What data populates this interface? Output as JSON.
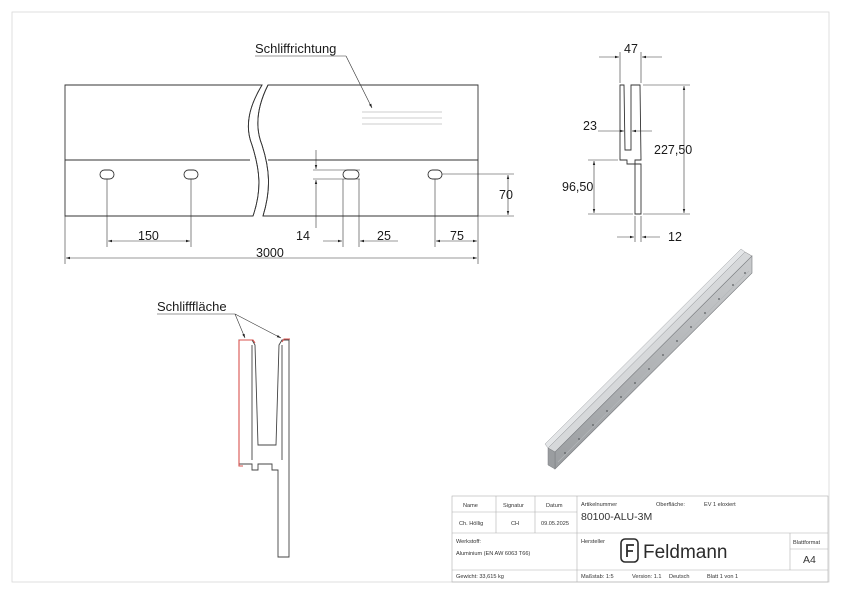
{
  "front_view": {
    "note_label": "Schliffrichtung",
    "dims": {
      "length": "3000",
      "hole_pitch": "150",
      "hole_height": "14",
      "slot_length": "25",
      "edge_offset": "75",
      "height": "70"
    }
  },
  "side_view": {
    "dims": {
      "width": "47",
      "inner": "23",
      "height": "227,50",
      "lower": "96,50",
      "thickness": "12"
    }
  },
  "section_view": {
    "note_label": "Schlifffläche"
  },
  "title_block": {
    "headers": {
      "name": "Name",
      "signatur": "Signatur",
      "datum": "Datum"
    },
    "row": {
      "name": "Ch. Höllig",
      "signatur": "CH",
      "datum": "09.05.2025"
    },
    "artikelnummer_label": "Artikelnummer",
    "artikelnummer": "80100-ALU-3M",
    "oberflaeche_label": "Oberfläche:",
    "oberflaeche": "EV 1 eloxiert",
    "werkstoff_label": "Werkstoff:",
    "werkstoff": "Aluminium (EN AW 6063 T66)",
    "hersteller_label": "Hersteller",
    "brand": "Feldmann",
    "blattformat_label": "Blattformat",
    "blattformat": "A4",
    "gewicht": "Gewicht: 33,615 kg",
    "massstab": "Maßstab: 1:5",
    "version": "Version: 1.1",
    "sprache": "Deutsch",
    "blatt": "Blatt 1 von 1"
  }
}
